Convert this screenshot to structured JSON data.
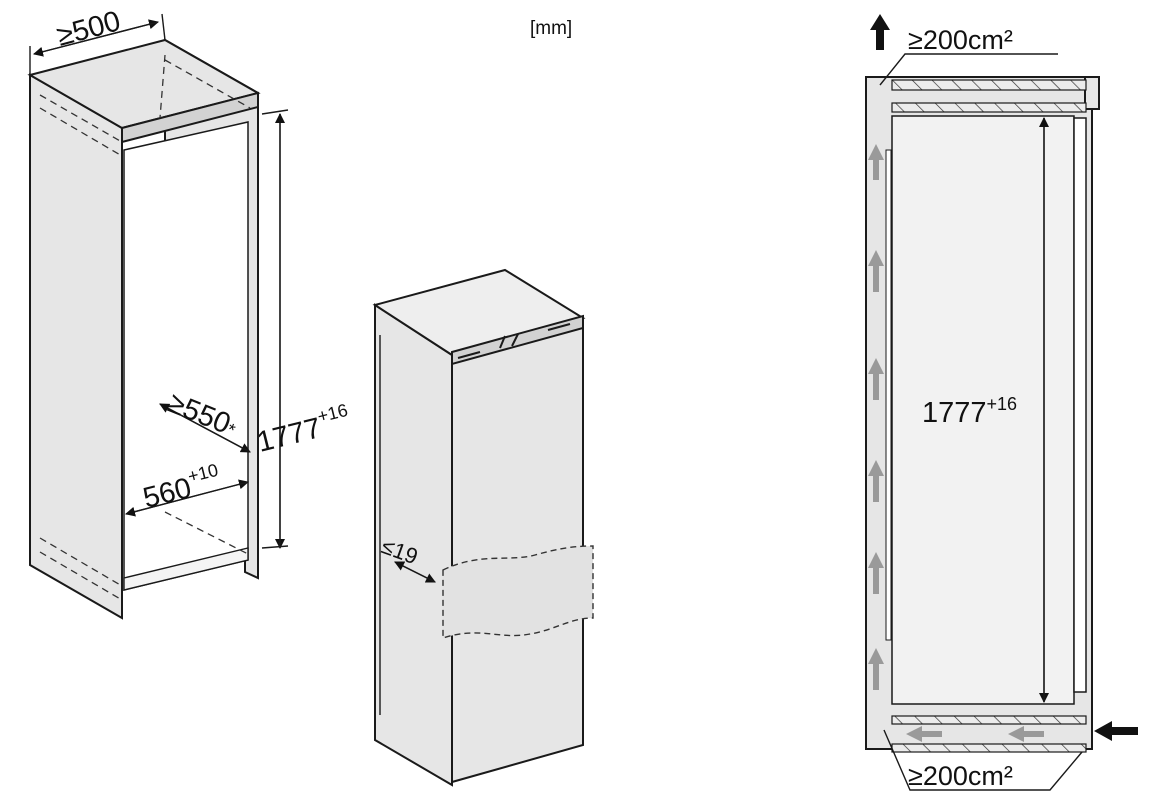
{
  "units_label": "[mm]",
  "niche": {
    "depth_label": "≥500",
    "inner_depth_label": "≥550",
    "inner_depth_mark": "*",
    "width_label": "560",
    "width_tolerance": "+10",
    "height_label": "1777",
    "height_tolerance": "+16"
  },
  "appliance": {
    "door_offset_label": "≤19"
  },
  "ventilation": {
    "top_vent_label": "≥200cm²",
    "bottom_vent_label": "≥200cm²",
    "height_label": "1777",
    "height_tolerance": "+16"
  },
  "colors": {
    "panel_fill": "#e6e6e6",
    "panel_dark": "#d2d2d2",
    "airflow_arrow": "#9a9a9a",
    "line": "#1a1a1a"
  }
}
